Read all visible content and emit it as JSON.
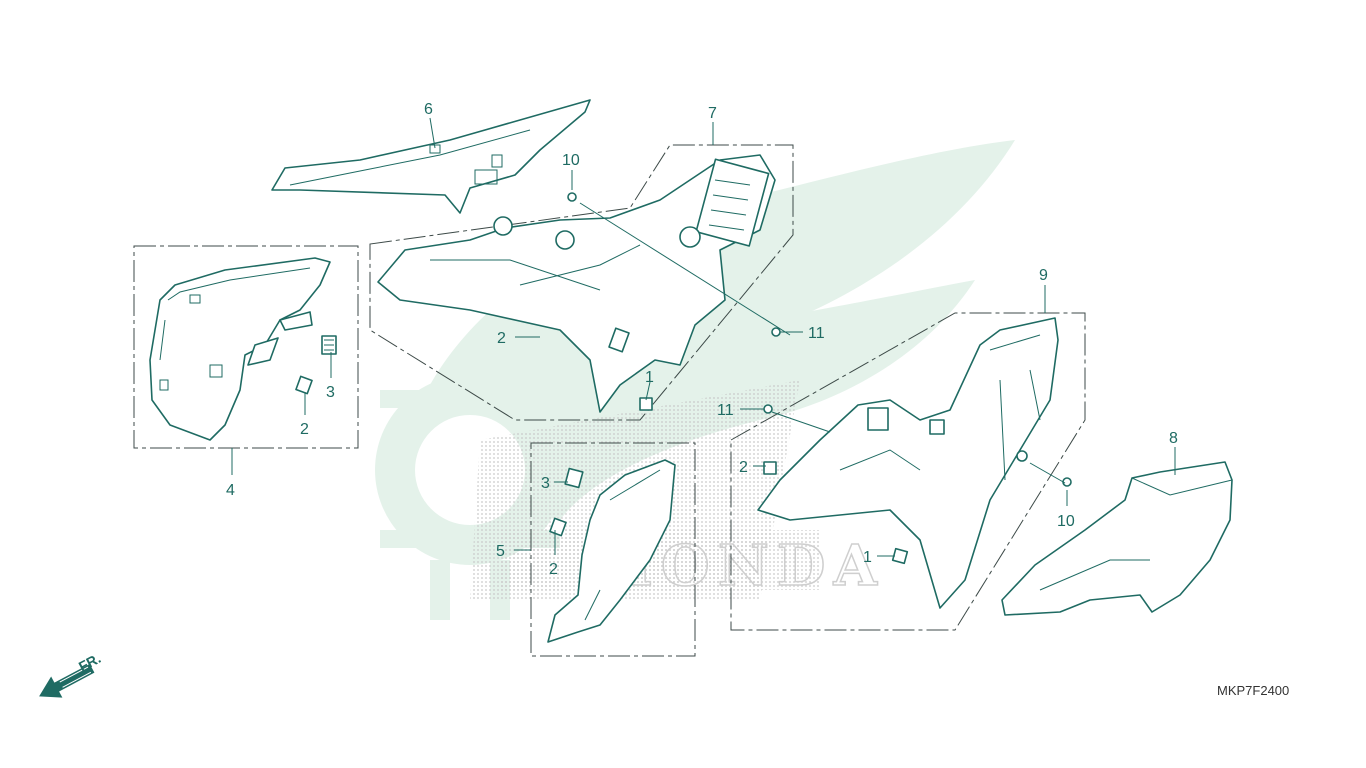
{
  "diagram": {
    "code": "MKP7F2400",
    "front_indicator": "FR.",
    "watermark_text": "HONDA",
    "accent_color": "#1f6b63",
    "watermark_color": "#e4f2ea",
    "callouts": {
      "c1a": "1",
      "c1b": "1",
      "c2a": "2",
      "c2b": "2",
      "c2c": "2",
      "c2d": "2",
      "c3a": "3",
      "c3b": "3",
      "c4": "4",
      "c5": "5",
      "c6": "6",
      "c7": "7",
      "c8": "8",
      "c9": "9",
      "c10a": "10",
      "c10b": "10",
      "c11a": "11",
      "c11b": "11"
    }
  }
}
